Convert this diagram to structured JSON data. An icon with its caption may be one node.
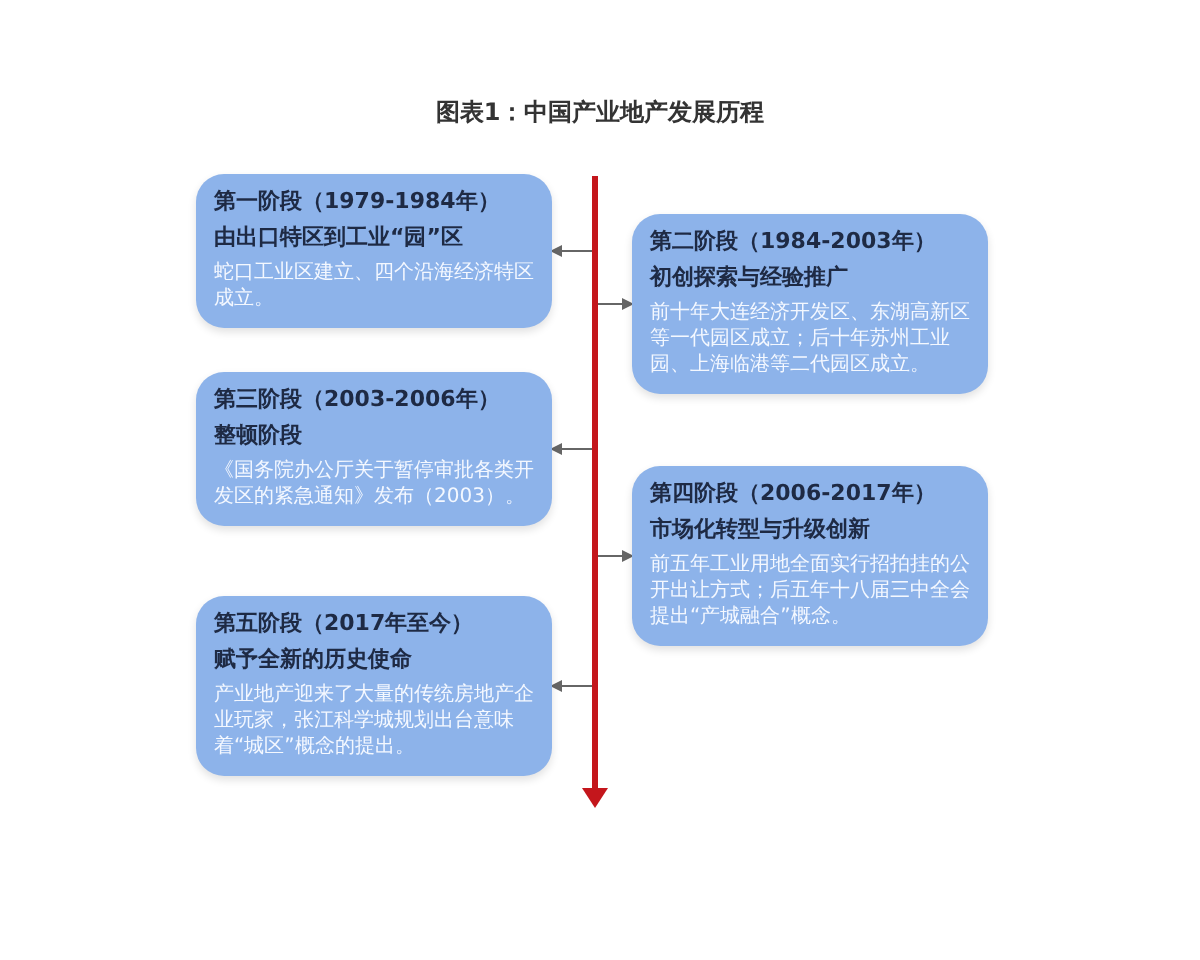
{
  "diagram": {
    "title": "图表1：中国产业地产发展历程",
    "nodes": [
      {
        "text": [],
        "shape": "bar"
      },
      {
        "text": [
          "第一阶段（1979-1984年）",
          "由出口特区到工业“园”区",
          "蛇口工业区建立、四个沿海经济特区成立。"
        ]
      },
      {
        "text": [
          "第二阶段（1984-2003年）",
          "初创探索与经验推广",
          "前十年大连经济开发区、东湖高新区等一代园区成立；后十年苏州工业园、上海临港等二代园区成立。"
        ]
      },
      {
        "text": [
          "第三阶段（2003-2006年）",
          "整顿阶段",
          "《国务院办公厅关于暂停审批各类开发区的紧急通知》发布（2003）。"
        ]
      },
      {
        "text": [
          "第四阶段（2006-2017年）",
          "市场化转型与升级创新",
          "前五年工业用地全面实行招拍挂的公开出让方式；后五年十八届三中全会提出“产城融合”概念。"
        ]
      },
      {
        "text": [
          "第五阶段（2017年至今）",
          "赋予全新的历史使命",
          "产业地产迎来了大量的传统房地产企业玩家，张江科学城规划出台意味着“城区”概念的提出。"
        ]
      }
    ],
    "edges": [
      {
        "from": 0,
        "to": 1,
        "arrow": "to"
      },
      {
        "from": 0,
        "to": 2,
        "arrow": "to"
      },
      {
        "from": 0,
        "to": 3,
        "arrow": "to"
      },
      {
        "from": 0,
        "to": 4,
        "arrow": "to"
      },
      {
        "from": 0,
        "to": 5,
        "arrow": "to"
      }
    ]
  }
}
